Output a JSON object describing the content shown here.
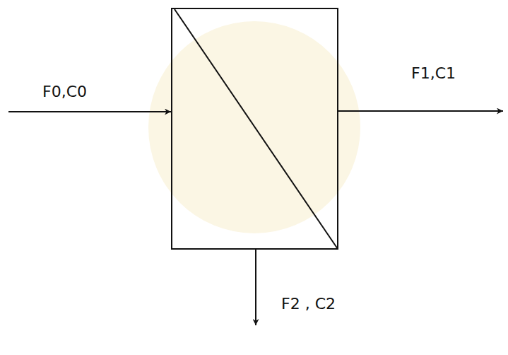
{
  "diagram": {
    "labels": [
      "F0,C0",
      "F1,C1",
      "F2 , C2"
    ]
  }
}
